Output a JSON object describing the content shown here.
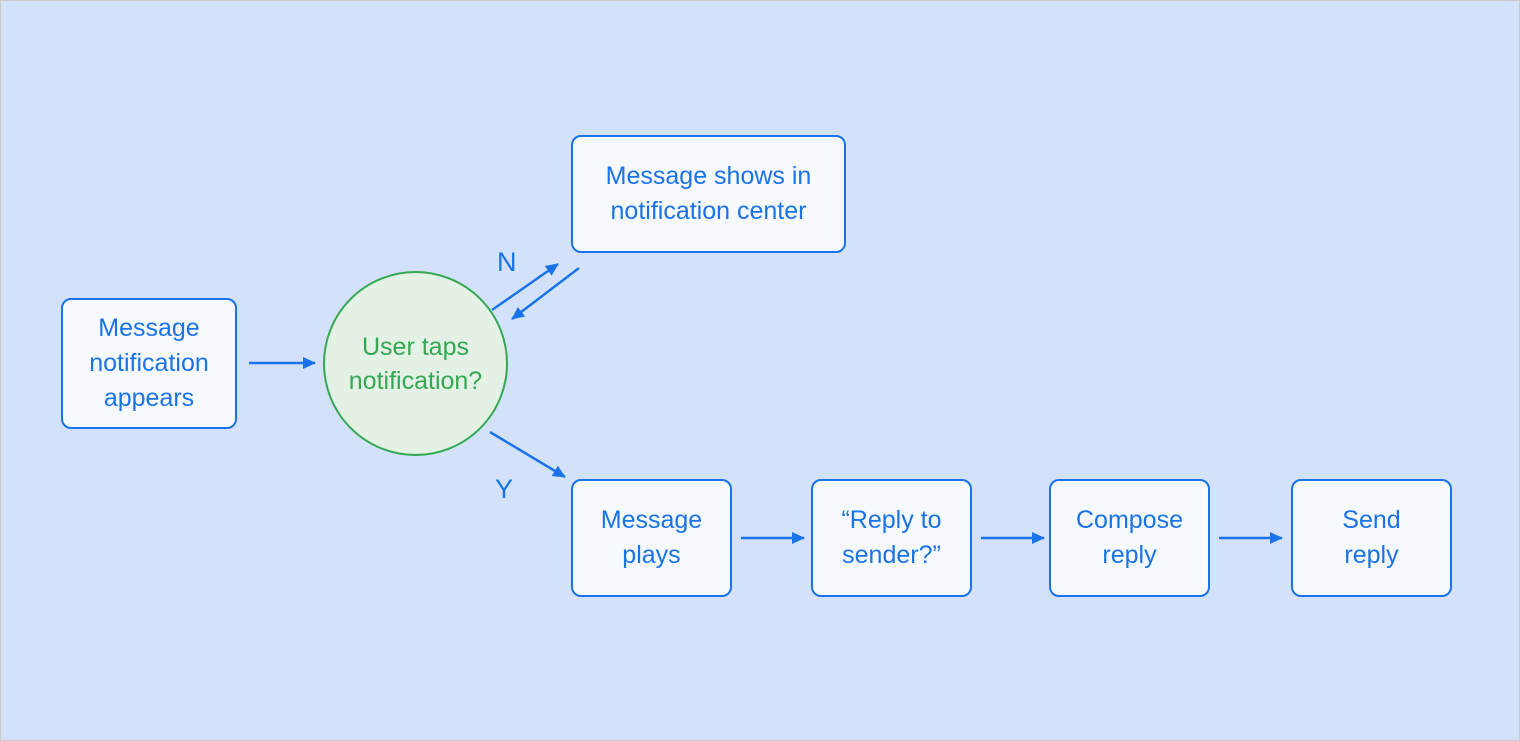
{
  "diagram": {
    "type": "flowchart",
    "background_color": "#d3e2fa",
    "accent_blue": "#1a73e8",
    "accent_green": "#34a853",
    "process_fill": "#f6f9fd",
    "decision_fill": "#e4f1e5",
    "nodes": [
      {
        "id": "start",
        "type": "process",
        "label": "Message\nnotification\nappears"
      },
      {
        "id": "decision",
        "type": "decision",
        "label": "User taps\nnotification?"
      },
      {
        "id": "notification-center",
        "type": "process",
        "label": "Message shows in\nnotification center"
      },
      {
        "id": "message-plays",
        "type": "process",
        "label": "Message\nplays"
      },
      {
        "id": "reply-to-sender",
        "type": "process",
        "label": "“Reply to\nsender?”"
      },
      {
        "id": "compose-reply",
        "type": "process",
        "label": "Compose\nreply"
      },
      {
        "id": "send-reply",
        "type": "process",
        "label": "Send\nreply"
      }
    ],
    "edge_labels": {
      "no": "N",
      "yes": "Y"
    },
    "edges": [
      {
        "from": "start",
        "to": "decision",
        "label": ""
      },
      {
        "from": "decision",
        "to": "notification-center",
        "label": "N"
      },
      {
        "from": "notification-center",
        "to": "decision",
        "label": ""
      },
      {
        "from": "decision",
        "to": "message-plays",
        "label": "Y"
      },
      {
        "from": "message-plays",
        "to": "reply-to-sender",
        "label": ""
      },
      {
        "from": "reply-to-sender",
        "to": "compose-reply",
        "label": ""
      },
      {
        "from": "compose-reply",
        "to": "send-reply",
        "label": ""
      }
    ]
  }
}
